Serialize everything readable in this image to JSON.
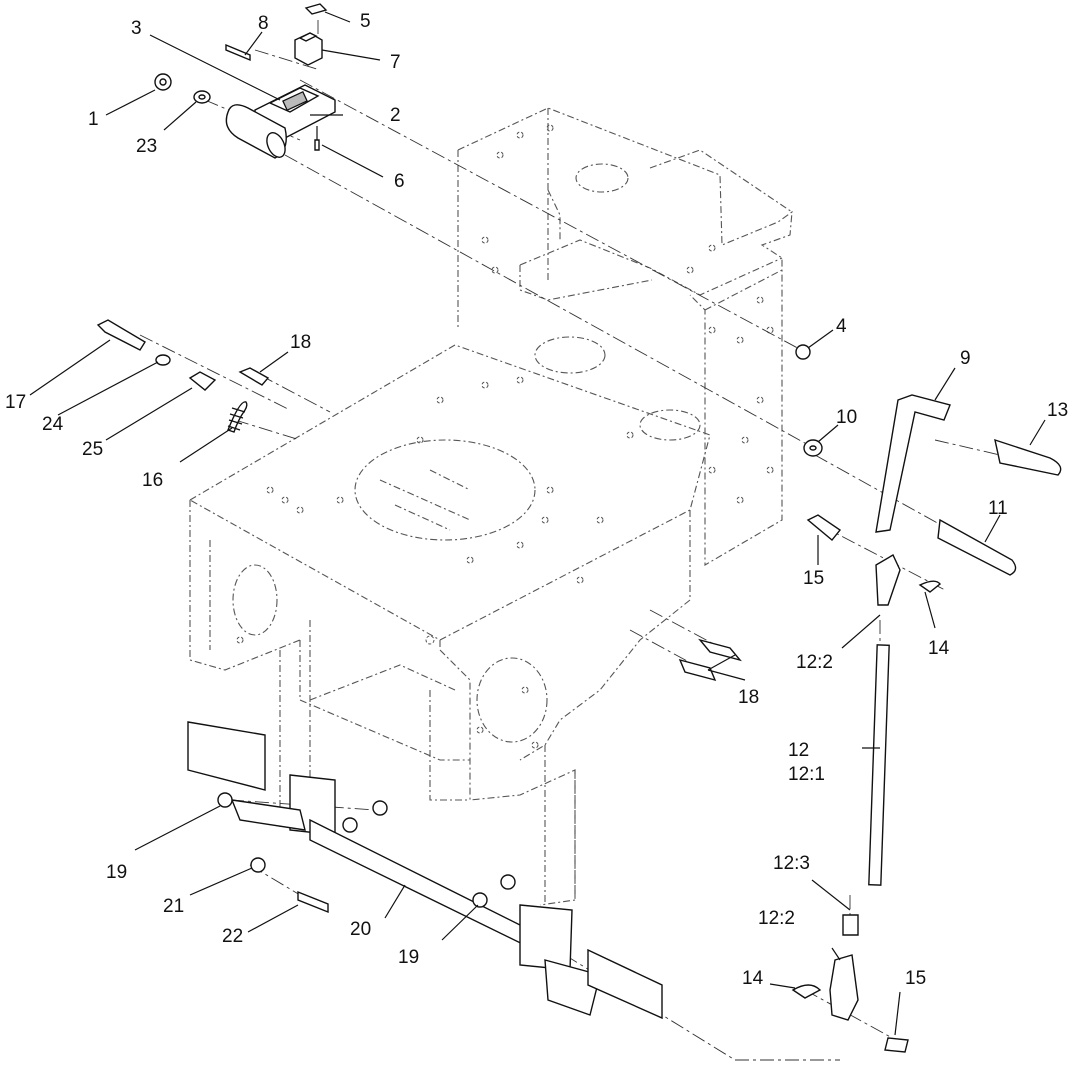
{
  "callouts": [
    {
      "id": "c1",
      "text": "1"
    },
    {
      "id": "c2",
      "text": "2"
    },
    {
      "id": "c3",
      "text": "3"
    },
    {
      "id": "c4",
      "text": "4"
    },
    {
      "id": "c5",
      "text": "5"
    },
    {
      "id": "c6",
      "text": "6"
    },
    {
      "id": "c7",
      "text": "7"
    },
    {
      "id": "c8",
      "text": "8"
    },
    {
      "id": "c9",
      "text": "9"
    },
    {
      "id": "c10",
      "text": "10"
    },
    {
      "id": "c11",
      "text": "11"
    },
    {
      "id": "c12",
      "text": "12"
    },
    {
      "id": "c12_1",
      "text": "12:1"
    },
    {
      "id": "c12_2a",
      "text": "12:2"
    },
    {
      "id": "c12_2b",
      "text": "12:2"
    },
    {
      "id": "c12_3",
      "text": "12:3"
    },
    {
      "id": "c13",
      "text": "13"
    },
    {
      "id": "c14a",
      "text": "14"
    },
    {
      "id": "c14b",
      "text": "14"
    },
    {
      "id": "c15a",
      "text": "15"
    },
    {
      "id": "c15b",
      "text": "15"
    },
    {
      "id": "c16",
      "text": "16"
    },
    {
      "id": "c17",
      "text": "17"
    },
    {
      "id": "c18a",
      "text": "18"
    },
    {
      "id": "c18b",
      "text": "18"
    },
    {
      "id": "c19a",
      "text": "19"
    },
    {
      "id": "c19b",
      "text": "19"
    },
    {
      "id": "c20",
      "text": "20"
    },
    {
      "id": "c21",
      "text": "21"
    },
    {
      "id": "c22",
      "text": "22"
    },
    {
      "id": "c23",
      "text": "23"
    },
    {
      "id": "c24",
      "text": "24"
    },
    {
      "id": "c25",
      "text": "25"
    }
  ]
}
